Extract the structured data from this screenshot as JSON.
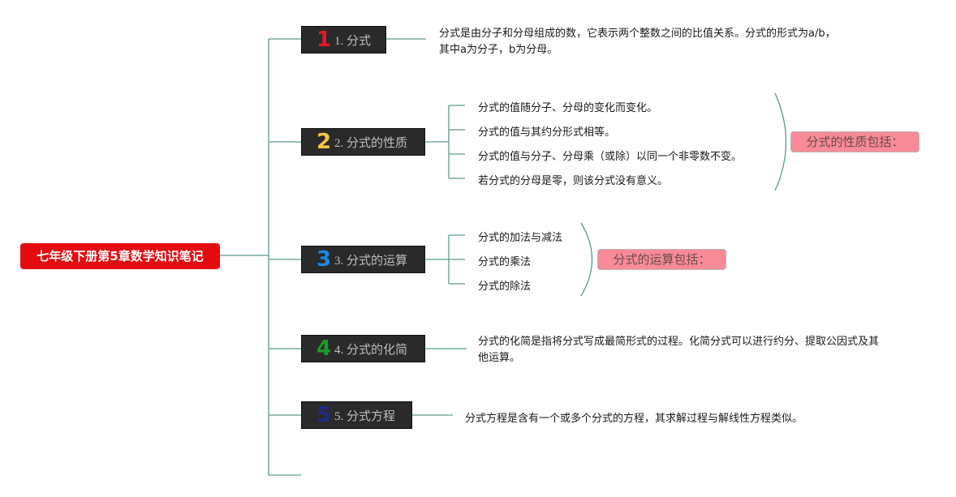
{
  "root": {
    "title": "七年级下册第5章数学知识笔记",
    "color": "#e30a10"
  },
  "branches": [
    {
      "num": "1",
      "num_color": "#e8162b",
      "title": "1. 分式",
      "content": "分式是由分子和分母组成的数，它表示两个整数之间的比值关系。分式的形式为a/b，其中a为分子，b为分母。"
    },
    {
      "num": "2",
      "num_color": "#f4c542",
      "title": "2. 分式的性质",
      "items": [
        "分式的值随分子、分母的变化而变化。",
        "分式的值与其约分形式相等。",
        "分式的值与分子、分母乘（或除）以同一个非零数不变。",
        "若分式的分母是零，则该分式没有意义。"
      ],
      "summary": "分式的性质包括："
    },
    {
      "num": "3",
      "num_color": "#1e88e5",
      "title": "3. 分式的运算",
      "items": [
        "分式的加法与减法",
        "分式的乘法",
        "分式的除法"
      ],
      "summary": "分式的运算包括："
    },
    {
      "num": "4",
      "num_color": "#1a9a2a",
      "title": "4. 分式的化简",
      "content": "分式的化简是指将分式写成最简形式的过程。化简分式可以进行约分、提取公因式及其他运算。"
    },
    {
      "num": "5",
      "num_color": "#1f2a8a",
      "title": "5. 分式方程",
      "content": "分式方程是含有一个或多个分式的方程，其求解过程与解线性方程类似。"
    }
  ],
  "colors": {
    "connector": "#5a9a8a",
    "summary_fill": "#f98a98",
    "branch_fill": "#2a2a2a"
  }
}
